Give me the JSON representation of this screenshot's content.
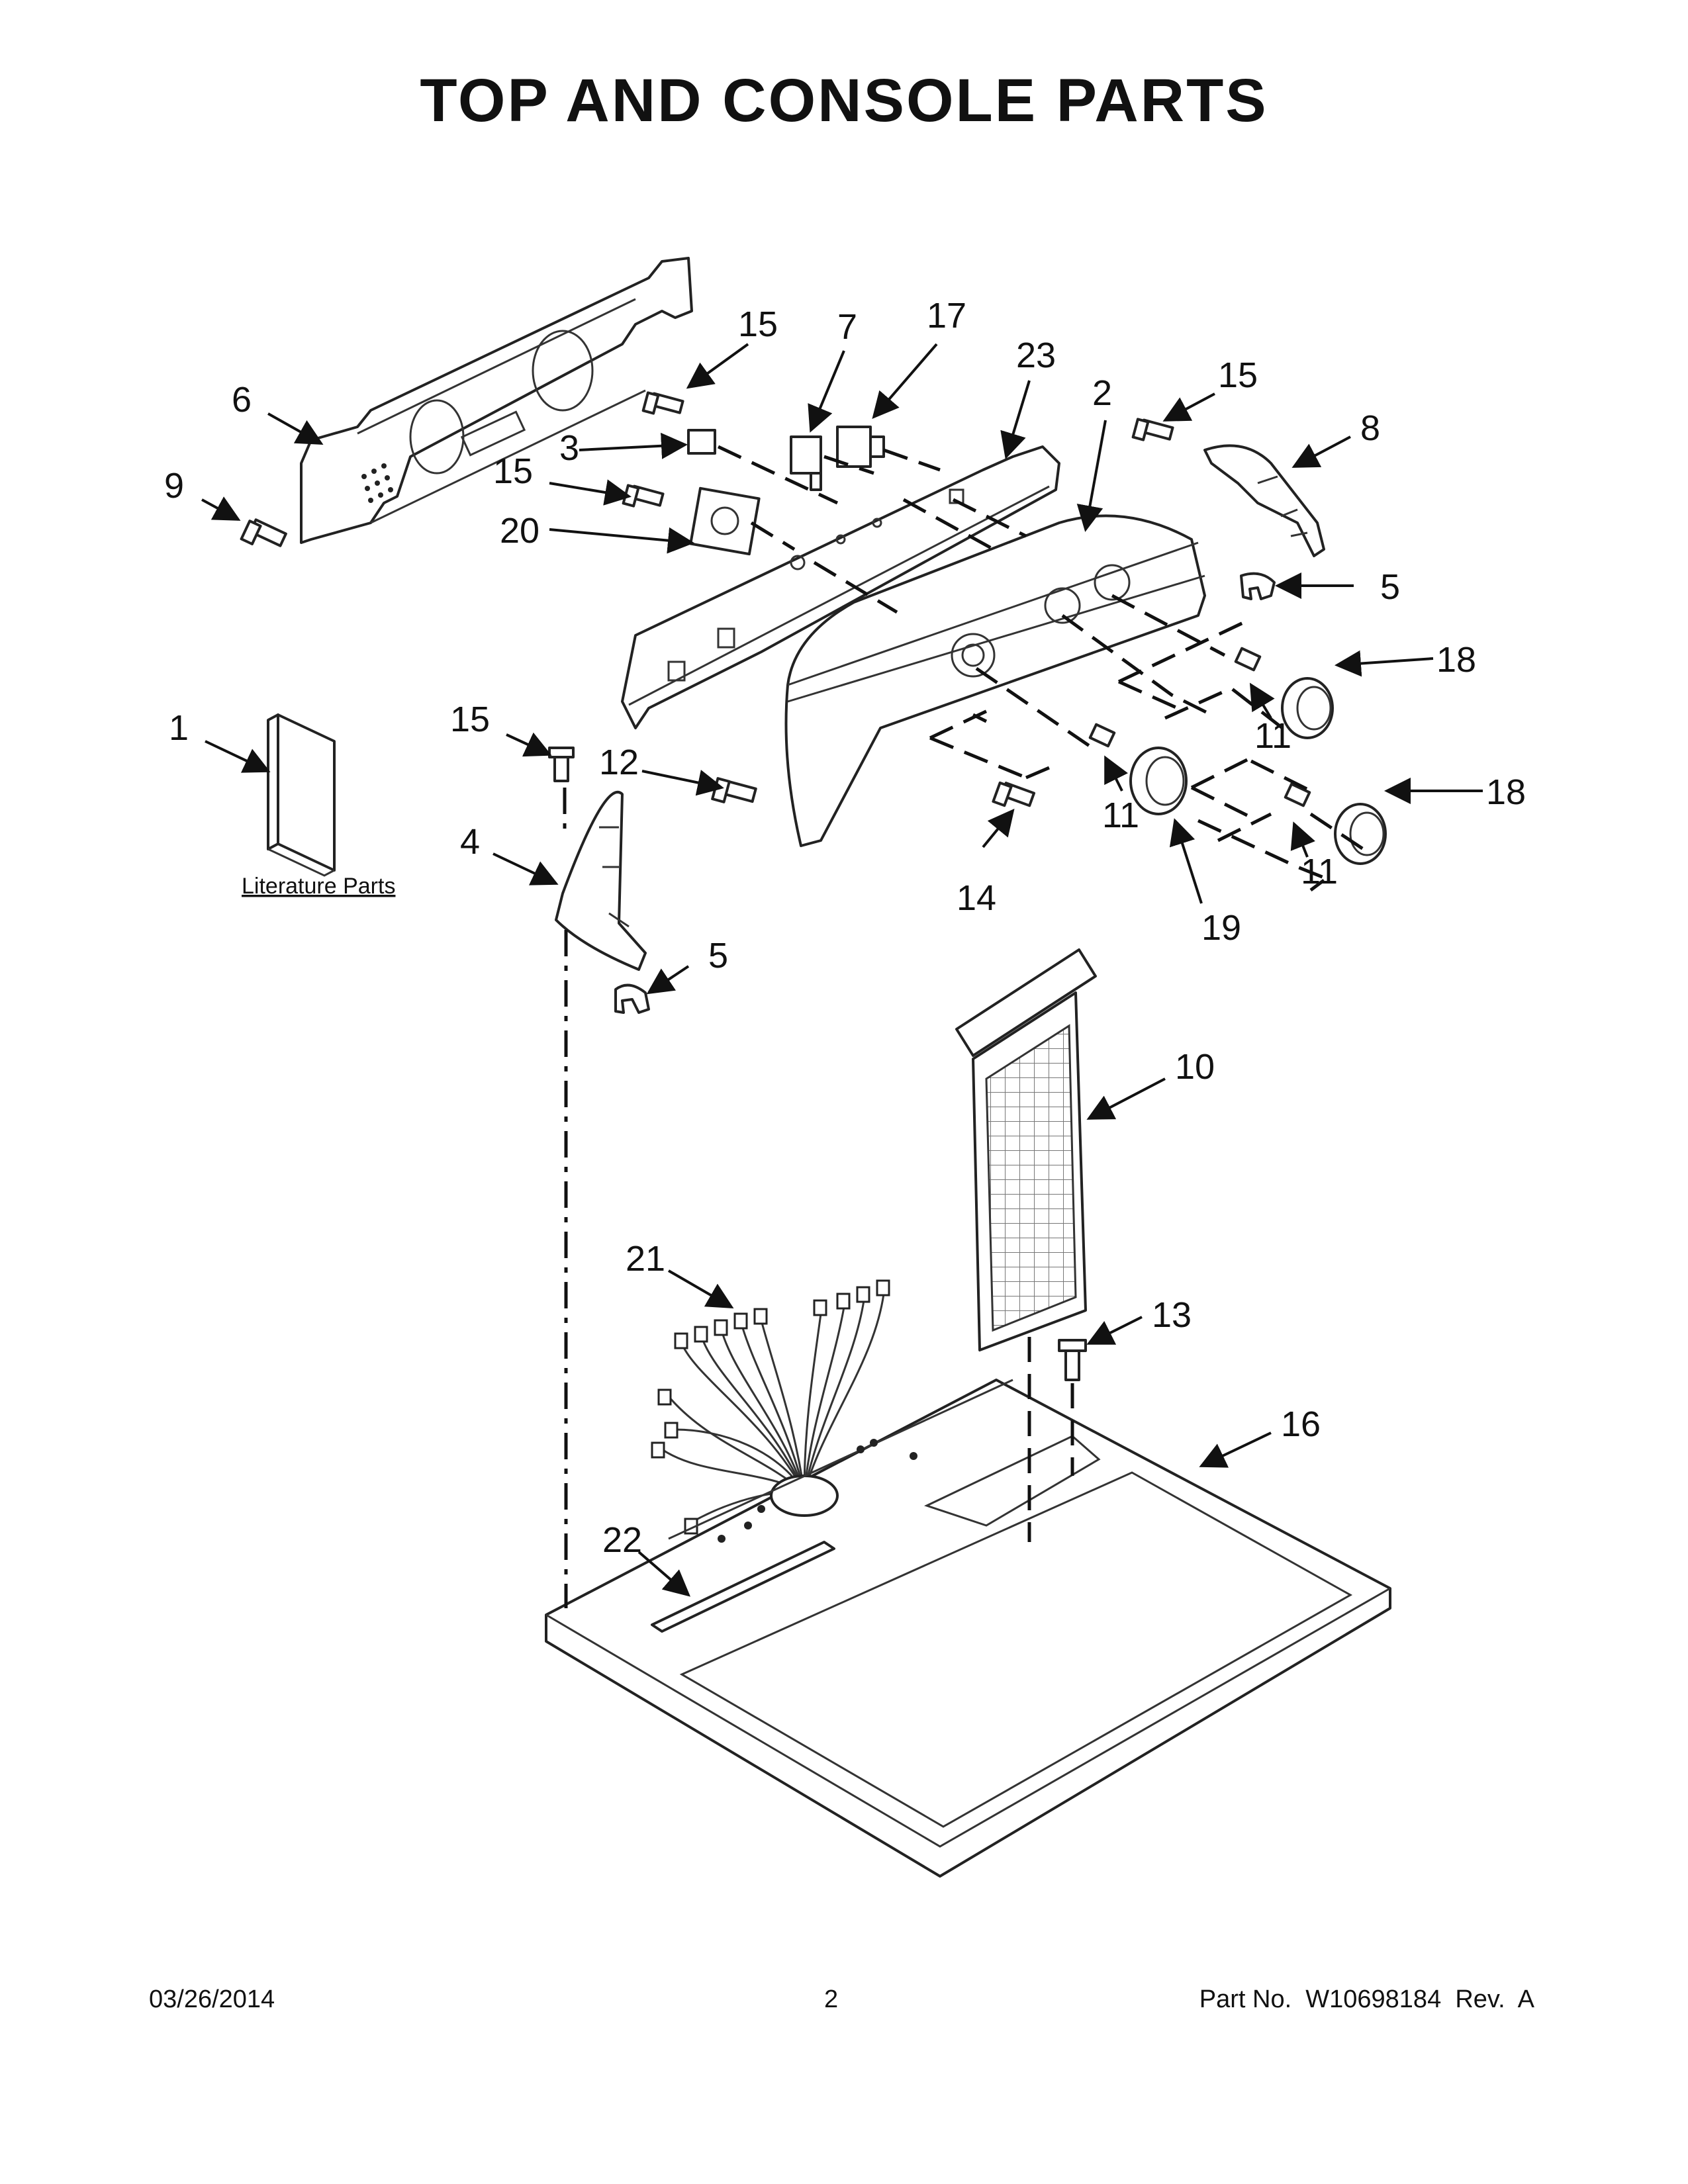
{
  "title": "TOP AND CONSOLE PARTS",
  "callouts": {
    "c1": "1",
    "c2": "2",
    "c3": "3",
    "c4": "4",
    "c5a": "5",
    "c5b": "5",
    "c6": "6",
    "c7": "7",
    "c8": "8",
    "c9": "9",
    "c10": "10",
    "c11a": "11",
    "c11b": "11",
    "c11c": "11",
    "c12": "12",
    "c13": "13",
    "c14": "14",
    "c15a": "15",
    "c15b": "15",
    "c15c": "15",
    "c15d": "15",
    "c16": "16",
    "c17": "17",
    "c18a": "18",
    "c18b": "18",
    "c19": "19",
    "c20": "20",
    "c21": "21",
    "c22": "22",
    "c23": "23"
  },
  "literature_label": "Literature Parts",
  "footer": {
    "date": "03/26/2014",
    "page": "2",
    "part_no": "Part No.  W10698184  Rev.  A"
  }
}
